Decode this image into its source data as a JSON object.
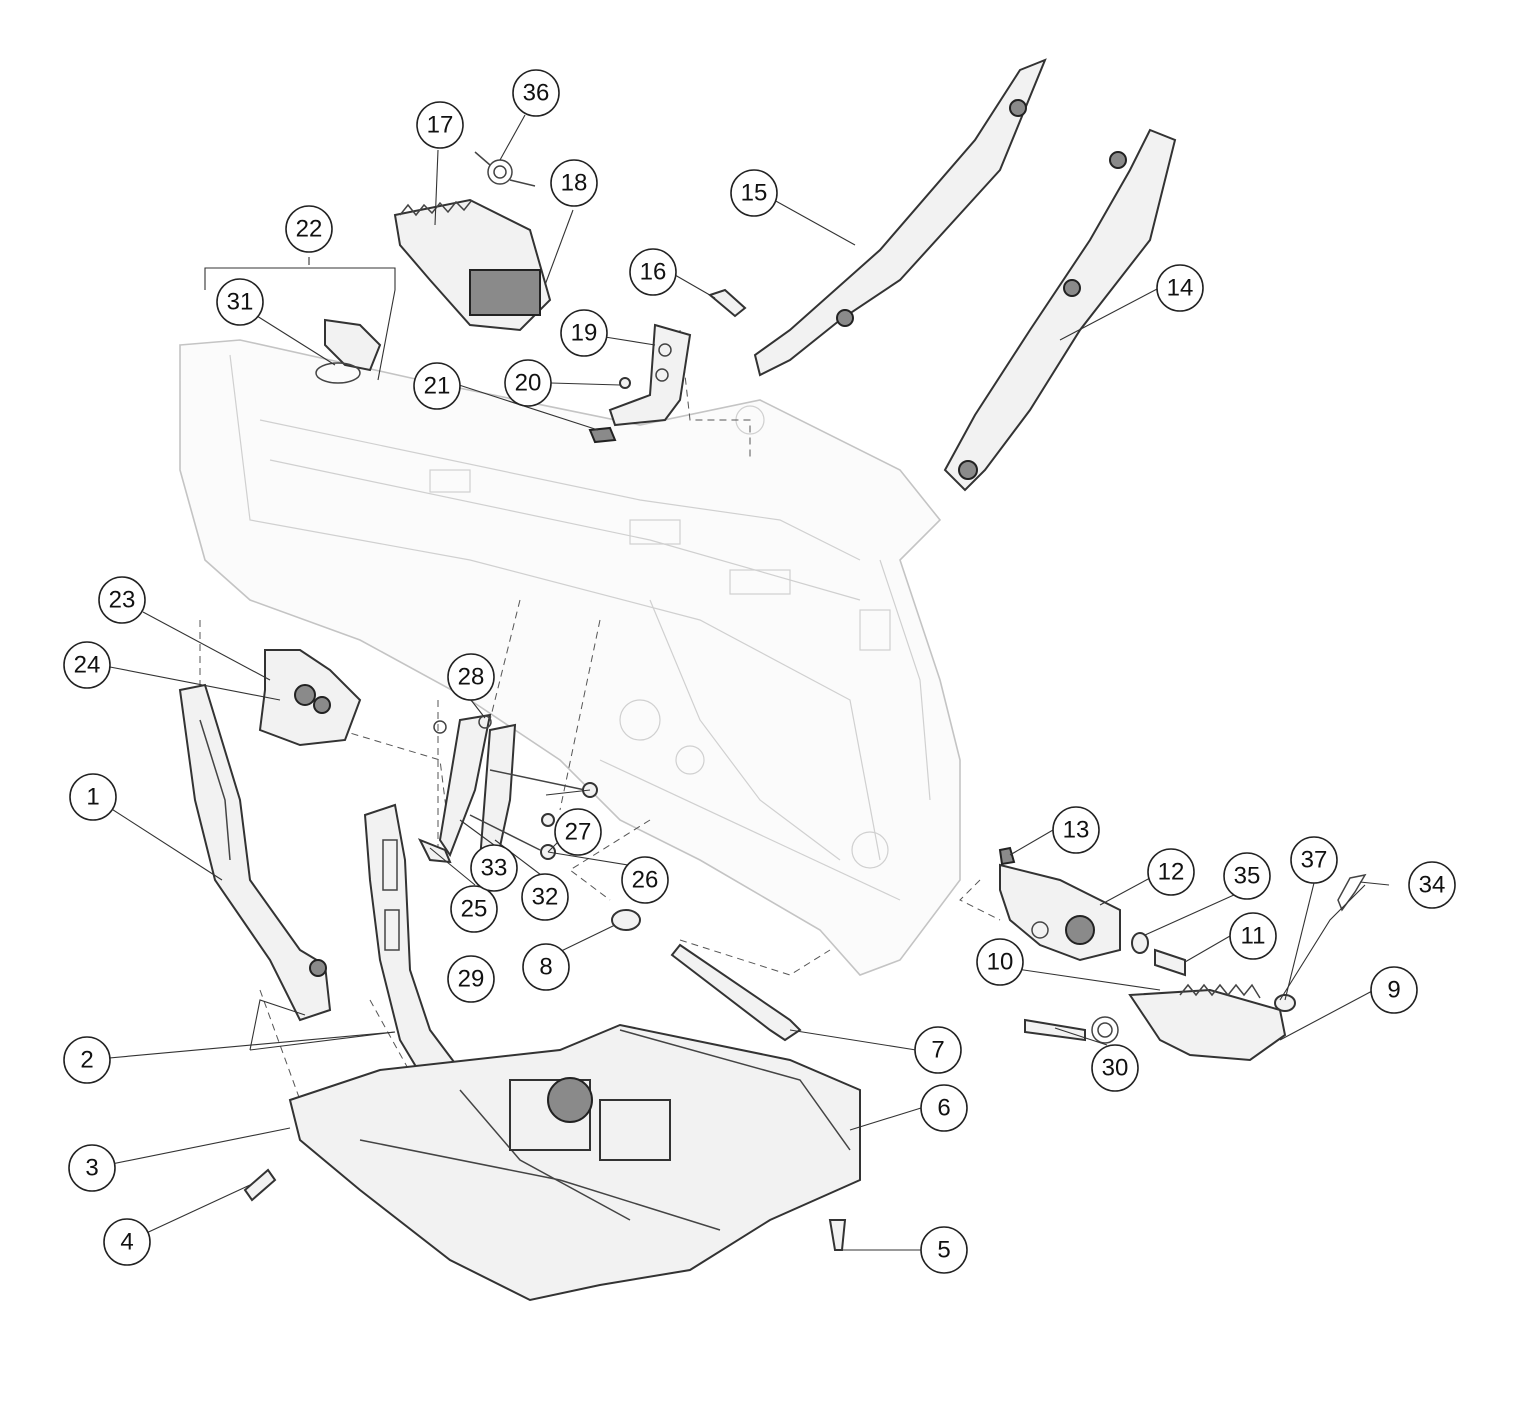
{
  "diagram": {
    "callouts": [
      {
        "id": "1",
        "label": "1"
      },
      {
        "id": "2",
        "label": "2"
      },
      {
        "id": "3",
        "label": "3"
      },
      {
        "id": "4",
        "label": "4"
      },
      {
        "id": "5",
        "label": "5"
      },
      {
        "id": "6",
        "label": "6"
      },
      {
        "id": "7",
        "label": "7"
      },
      {
        "id": "8",
        "label": "8"
      },
      {
        "id": "9",
        "label": "9"
      },
      {
        "id": "10",
        "label": "10"
      },
      {
        "id": "11",
        "label": "11"
      },
      {
        "id": "12",
        "label": "12"
      },
      {
        "id": "13",
        "label": "13"
      },
      {
        "id": "14",
        "label": "14"
      },
      {
        "id": "15",
        "label": "15"
      },
      {
        "id": "16",
        "label": "16"
      },
      {
        "id": "17",
        "label": "17"
      },
      {
        "id": "18",
        "label": "18"
      },
      {
        "id": "19",
        "label": "19"
      },
      {
        "id": "20",
        "label": "20"
      },
      {
        "id": "21",
        "label": "21"
      },
      {
        "id": "22",
        "label": "22"
      },
      {
        "id": "23",
        "label": "23"
      },
      {
        "id": "24",
        "label": "24"
      },
      {
        "id": "25",
        "label": "25"
      },
      {
        "id": "26",
        "label": "26"
      },
      {
        "id": "27",
        "label": "27"
      },
      {
        "id": "28",
        "label": "28"
      },
      {
        "id": "29",
        "label": "29"
      },
      {
        "id": "30",
        "label": "30"
      },
      {
        "id": "31",
        "label": "31"
      },
      {
        "id": "32",
        "label": "32"
      },
      {
        "id": "33",
        "label": "33"
      },
      {
        "id": "34",
        "label": "34"
      },
      {
        "id": "35",
        "label": "35"
      },
      {
        "id": "36",
        "label": "36"
      },
      {
        "id": "37",
        "label": "37"
      }
    ]
  }
}
